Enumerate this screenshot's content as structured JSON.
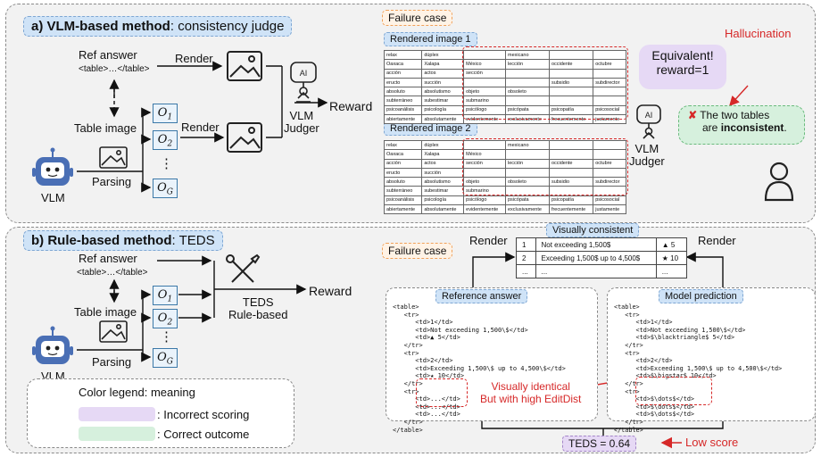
{
  "panel_a": {
    "title_bold": "a) VLM-based method",
    "title_rest": ": consistency judge",
    "ref_answer": "Ref answer",
    "ref_tag": "<table>…</table>",
    "table_image": "Table image",
    "render1": "Render",
    "render2": "Render",
    "parsing": "Parsing",
    "vlm": "VLM",
    "judger": "VLM\nJudger",
    "reward": "Reward",
    "o1": "O",
    "o2": "O",
    "og": "O",
    "sub1": "1",
    "sub2": "2",
    "subg": "G",
    "dots": "⋮",
    "failure_case": "Failure case",
    "rendered1": "Rendered image 1",
    "rendered2": "Rendered image 2",
    "ai_label": "AI",
    "judger_right": "VLM\nJudger",
    "hallucination": "Hallucination",
    "equivalent": "Equivalent!",
    "reward_one": "reward=1",
    "inconsistent_pre": "The two tables",
    "inconsistent_mid": "are ",
    "inconsistent_bold": "inconsistent",
    "inconsistent_post": "."
  },
  "table1": [
    [
      "relax",
      "dúplex",
      "",
      "mexicano",
      "",
      ""
    ],
    [
      "Oaxaca",
      "Xalapa",
      "México",
      "lección",
      "occidente",
      "octubre"
    ],
    [
      "acción",
      "actos",
      "sección",
      "",
      "",
      ""
    ],
    [
      "eructo",
      "succión",
      "",
      "",
      "subsidio",
      "subdirector"
    ],
    [
      "absoluto",
      "absolutismo",
      "objeto",
      "obsoleto",
      "",
      ""
    ],
    [
      "subterráneo",
      "subestimar",
      "submarino",
      "",
      "",
      ""
    ],
    [
      "psicoanálisis",
      "psicología",
      "psicólogo",
      "psicópata",
      "psicopatía",
      "psicosocial"
    ],
    [
      "abiertamente",
      "absolutamente",
      "evidentemente",
      "exclusivamente",
      "frecuentemente",
      "justamente"
    ]
  ],
  "table2": [
    [
      "relax",
      "dúplex",
      "",
      "mexicano",
      "",
      ""
    ],
    [
      "Oaxaca",
      "Xalapa",
      "México",
      "",
      "",
      ""
    ],
    [
      "acción",
      "actos",
      "sección",
      "lección",
      "occidente",
      "octubre"
    ],
    [
      "eructo",
      "succión",
      "",
      "",
      "",
      ""
    ],
    [
      "absoluto",
      "absolutismo",
      "objeto",
      "obsoleto",
      "subsidio",
      "subdirector"
    ],
    [
      "subterráneo",
      "subestimar",
      "submarino",
      "",
      "",
      ""
    ],
    [
      "psicoanálisis",
      "psicología",
      "psicólogo",
      "psicópata",
      "psicopatía",
      "psicosocial"
    ],
    [
      "abiertamente",
      "absolutamente",
      "evidentemente",
      "exclusivamente",
      "frecuentemente",
      "justamente"
    ]
  ],
  "panel_b": {
    "title_bold": "b) Rule-based method",
    "title_rest": ": TEDS",
    "ref_answer": "Ref answer",
    "ref_tag": "<table>…</table>",
    "table_image": "Table image",
    "parsing": "Parsing",
    "vlm": "VLM",
    "teds": "TEDS\nRule-based",
    "reward": "Reward",
    "o1": "O",
    "o2": "O",
    "og": "O",
    "sub1": "1",
    "sub2": "2",
    "subg": "G",
    "dots": "⋮",
    "failure_case": "Failure case",
    "visually_consistent": "Visually consistent",
    "render_left": "Render",
    "render_right": "Render",
    "reference_answer": "Reference answer",
    "model_prediction": "Model prediction",
    "visually_identical": "Visually identical\nBut with high EditDist",
    "teds_score": "TEDS = 0.64",
    "low_score": "Low score"
  },
  "vc_table": [
    [
      "1",
      "Not exceeding 1,500$",
      "▲ 5"
    ],
    [
      "2",
      "Exceeding 1,500$ up to 4,500$",
      "★ 10"
    ],
    [
      "...",
      "...",
      "..."
    ]
  ],
  "code_ref": "<table>\n   <tr>\n      <td>1</td>\n      <td>Not exceeding 1,500\\$</td>\n      <td>▲ 5</td>\n   </tr>\n   <tr>\n      <td>2</td>\n      <td>Exceeding 1,500\\$ up to 4,500\\$</td>\n      <td>★ 10</td>\n   </tr>\n   <tr>\n      <td>...</td>\n      <td>...</td>\n      <td>...</td>\n   </tr>\n</table>",
  "code_pred": "<table>\n   <tr>\n      <td>1</td>\n      <td>Not exceeding 1,500\\$</td>\n      <td>$\\blacktriangle$ 5</td>\n   </tr>\n   <tr>\n      <td>2</td>\n      <td>Exceeding 1,500\\$ up to 4,500\\$</td>\n      <td>$\\bigstar$ 10</td>\n   </tr>\n   <tr>\n      <td>$\\dots$</td>\n      <td>$\\dots$</td>\n      <td>$\\dots$</td>\n   </tr>\n</table>",
  "legend": {
    "title": "Color legend: meaning",
    "incorrect": ": Incorrect scoring",
    "correct": ": Correct outcome"
  },
  "colors": {
    "blue_title": "#cfe3f7",
    "purple": "#e6d9f5",
    "green": "#d6f0dd",
    "red": "#d62828"
  }
}
